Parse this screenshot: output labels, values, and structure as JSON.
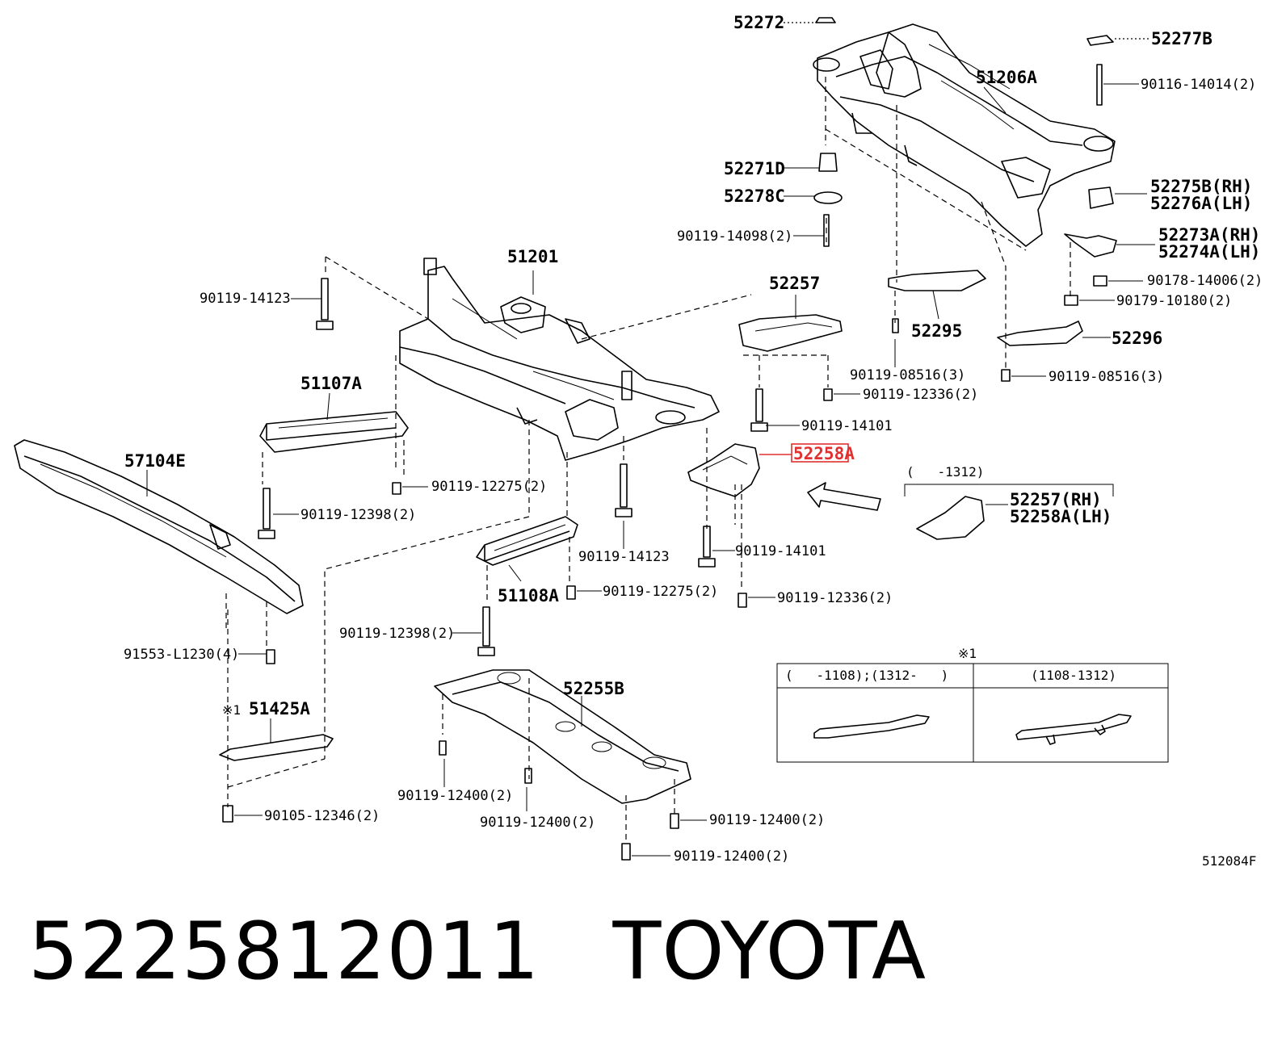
{
  "diagram": {
    "code": "512084F",
    "note_mark": "※1",
    "parts": {
      "p52272": "52272",
      "p52277B": "52277B",
      "p90116_14014": "90116-14014(2)",
      "p51206A": "51206A",
      "p52271D": "52271D",
      "p52278C": "52278C",
      "p90119_14098": "90119-14098(2)",
      "p52275B": "52275B(RH)",
      "p52276A": "52276A(LH)",
      "p52273A": "52273A(RH)",
      "p52274A": "52274A(LH)",
      "p90178_14006": "90178-14006(2)",
      "p90179_10180": "90179-10180(2)",
      "p51201": "51201",
      "p52257": "52257",
      "p52295": "52295",
      "p52296": "52296",
      "p90119_14123_a": "90119-14123",
      "p90119_08516_a": "90119-08516(3)",
      "p90119_08516_b": "90119-08516(3)",
      "p51107A": "51107A",
      "p90119_12336_a": "90119-12336(2)",
      "p90119_14101_a": "90119-14101",
      "p52258A": "52258A",
      "p57104E": "57104E",
      "p90119_12275_a": "90119-12275(2)",
      "p90119_12398_a": "90119-12398(2)",
      "range_top": "(   -1312)",
      "p52257RH": "52257(RH)",
      "p52258ALH": "52258A(LH)",
      "p90119_14123_b": "90119-14123",
      "p90119_14101_b": "90119-14101",
      "p51108A": "51108A",
      "p90119_12275_b": "90119-12275(2)",
      "p90119_12336_b": "90119-12336(2)",
      "p90119_12398_b": "90119-12398(2)",
      "p91553": "91553-L1230(4)",
      "p52255B": "52255B",
      "p51425A": "51425A",
      "p90119_12400_a": "90119-12400(2)",
      "p90119_12400_b": "90119-12400(2)",
      "p90119_12400_c": "90119-12400(2)",
      "p90119_12400_d": "90119-12400(2)",
      "p90105_12346": "90105-12346(2)"
    },
    "inset": {
      "col1": "(   -1108);(1312-   )",
      "col2": "(1108-1312)"
    },
    "highlight_color": "#e03030"
  },
  "caption": {
    "part_number": "5225812011",
    "brand": "TOYOTA"
  }
}
